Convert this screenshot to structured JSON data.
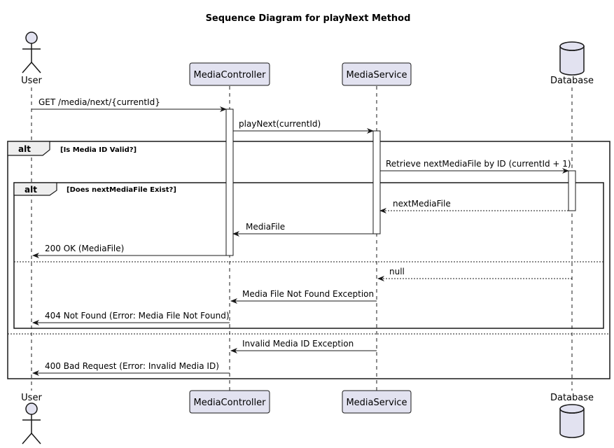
{
  "title": "Sequence Diagram for playNext Method",
  "colors": {
    "participant_fill": "#E2E2F0",
    "participant_stroke": "#181818",
    "line": "#181818",
    "lifeline": "#181818",
    "activation_fill": "#FFFFFF",
    "fragment_tab": "#EEEEEE"
  },
  "participants": [
    {
      "id": "user",
      "name": "User",
      "kind": "actor",
      "icon": "actor-stick-figure-icon"
    },
    {
      "id": "controller",
      "name": "MediaController",
      "kind": "participant"
    },
    {
      "id": "service",
      "name": "MediaService",
      "kind": "participant"
    },
    {
      "id": "db",
      "name": "Database",
      "kind": "database",
      "icon": "database-cylinder-icon"
    }
  ],
  "messages": [
    {
      "from": "user",
      "to": "controller",
      "label": "GET /media/next/{currentId}",
      "style": "solid"
    },
    {
      "from": "controller",
      "to": "service",
      "label": "playNext(currentId)",
      "style": "solid"
    },
    {
      "from": "service",
      "to": "db",
      "label": "Retrieve nextMediaFile by ID (currentId + 1)",
      "style": "solid"
    },
    {
      "from": "db",
      "to": "service",
      "label": "nextMediaFile",
      "style": "dashed"
    },
    {
      "from": "service",
      "to": "controller",
      "label": "MediaFile",
      "style": "solid"
    },
    {
      "from": "controller",
      "to": "user",
      "label": "200 OK (MediaFile)",
      "style": "solid"
    },
    {
      "from": "db",
      "to": "service",
      "label": "null",
      "style": "dashed"
    },
    {
      "from": "service",
      "to": "controller",
      "label": "Media File Not Found Exception",
      "style": "solid"
    },
    {
      "from": "controller",
      "to": "user",
      "label": "404 Not Found (Error: Media File Not Found)",
      "style": "solid"
    },
    {
      "from": "service",
      "to": "controller",
      "label": "Invalid Media ID Exception",
      "style": "solid"
    },
    {
      "from": "controller",
      "to": "user",
      "label": "400 Bad Request (Error: Invalid Media ID)",
      "style": "solid"
    }
  ],
  "fragments": [
    {
      "keyword": "alt",
      "guard": "[Is Media ID Valid?]"
    },
    {
      "keyword": "alt",
      "guard": "[Does nextMediaFile Exist?]"
    }
  ]
}
